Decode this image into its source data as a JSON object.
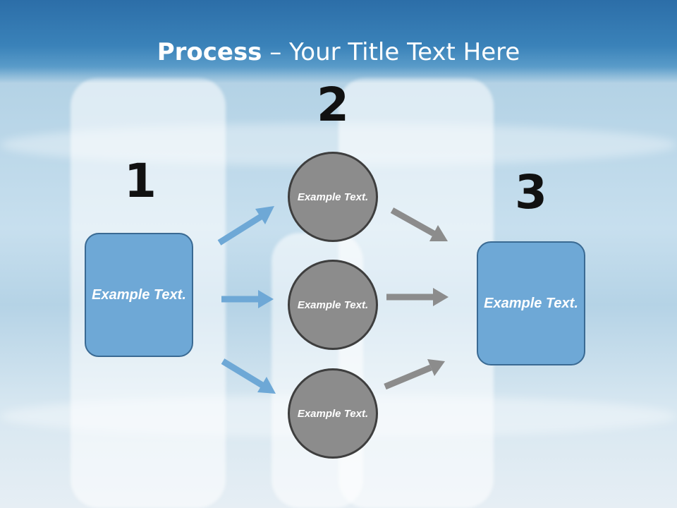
{
  "title": {
    "bold": "Process",
    "rest": " – Your Title Text Here"
  },
  "steps": [
    {
      "number": "1",
      "text": "Example Text."
    },
    {
      "number": "2"
    },
    {
      "number": "3",
      "text": "Example Text."
    }
  ],
  "circles": [
    {
      "text": "Example Text."
    },
    {
      "text": "Example Text."
    },
    {
      "text": "Example Text."
    }
  ],
  "colors": {
    "box_fill": "#6ea8d6",
    "circle_fill": "#8c8c8c",
    "blue_arrow": "#6ea8d6",
    "gray_arrow": "#8c8c8c",
    "title_bar": "#2c6ea8"
  }
}
